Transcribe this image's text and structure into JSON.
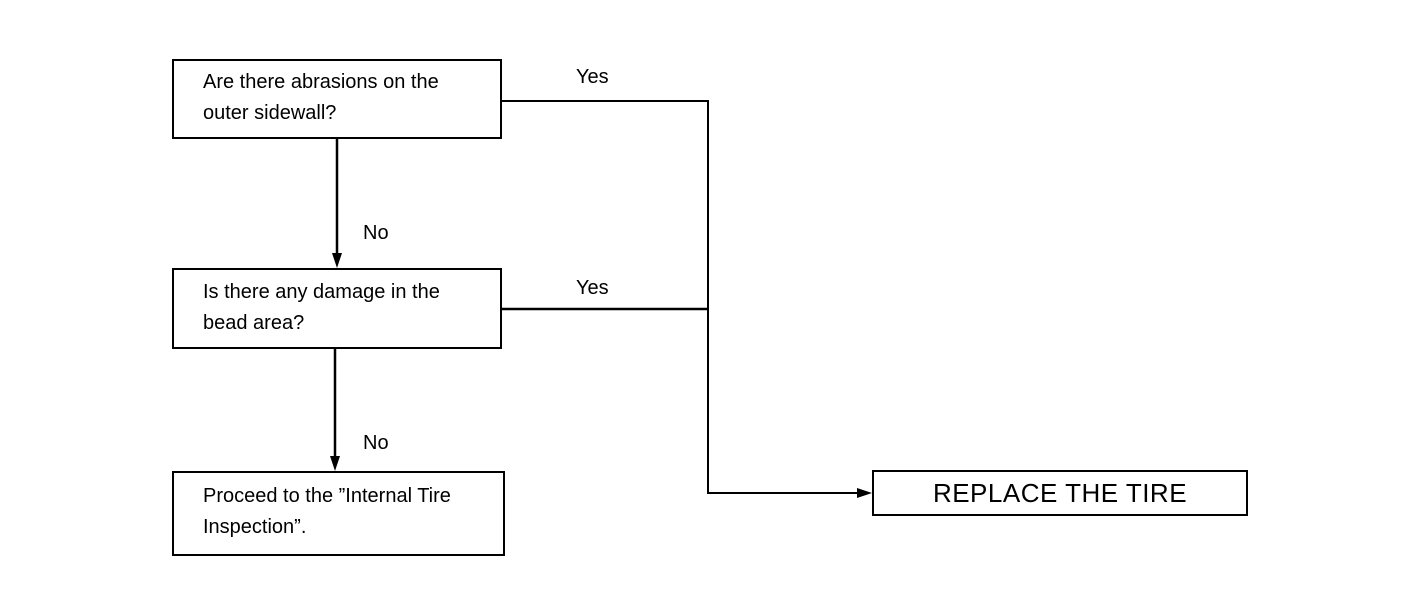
{
  "flowchart": {
    "q1": {
      "text": "Are there abrasions on the\nouter sidewall?"
    },
    "q2": {
      "text": "Is there any damage in the\nbead area?"
    },
    "proceed": {
      "text": "Proceed to the ”Internal Tire\nInspection”."
    },
    "result": {
      "text": "REPLACE THE TIRE"
    },
    "labels": {
      "q1_yes": "Yes",
      "q1_no": "No",
      "q2_yes": "Yes",
      "q2_no": "No"
    },
    "colors": {
      "line": "#000000",
      "box_border": "#000000",
      "background": "#ffffff"
    }
  }
}
